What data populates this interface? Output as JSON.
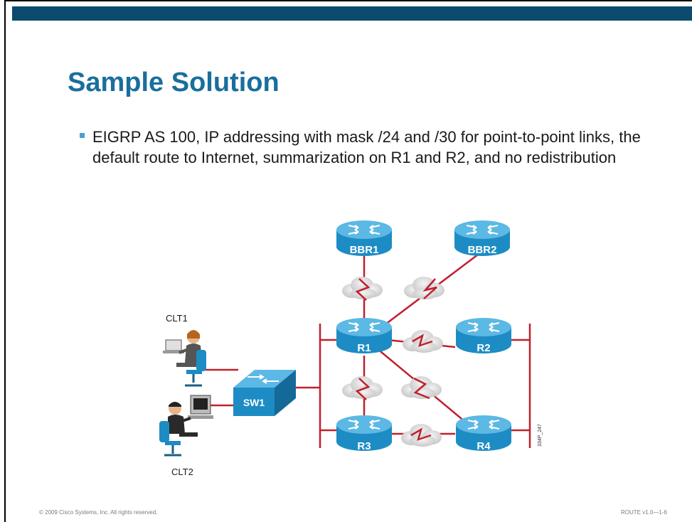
{
  "slide": {
    "title": "Sample Solution",
    "bullet": "EIGRP AS 100, IP addressing with mask /24 and /30 for point-to-point links, the default route to Internet, summarization on R1 and R2, and no redistribution"
  },
  "diagram": {
    "routers": {
      "bbr1": "BBR1",
      "bbr2": "BBR2",
      "r1": "R1",
      "r2": "R2",
      "r3": "R3",
      "r4": "R4"
    },
    "switch": "SW1",
    "clients": {
      "clt1": "CLT1",
      "clt2": "CLT2"
    },
    "figure_id": "334P_247",
    "colors": {
      "router": "#1d8cc4",
      "link": "#c0202e",
      "cloud": "#d8d8d8"
    }
  },
  "footer": {
    "copyright": "© 2009 Cisco Systems, Inc. All rights reserved.",
    "course": "ROUTE v1.0—1-6"
  }
}
